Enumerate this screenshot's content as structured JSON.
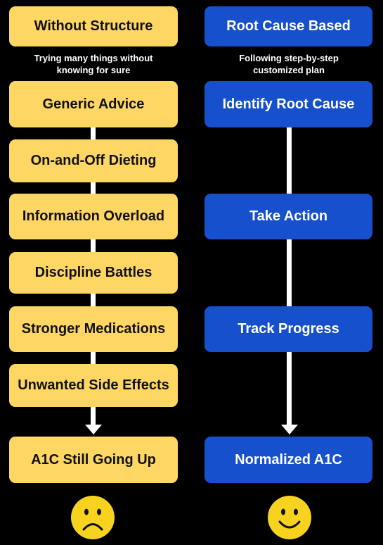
{
  "colors": {
    "yellow": "#FDD663",
    "blue": "#1750CC",
    "background": "#000000",
    "face": "#F7D21E"
  },
  "left": {
    "header": "Without Structure",
    "subtitle": [
      "Trying many things without",
      "knowing for sure"
    ],
    "steps": [
      "Generic Advice",
      "On-and-Off Dieting",
      "Information Overload",
      "Discipline Battles",
      "Stronger Medications",
      "Unwanted Side Effects"
    ],
    "outcome": "A1C Still Going Up",
    "face_icon": "sad-face-icon"
  },
  "right": {
    "header": "Root Cause Based",
    "subtitle": [
      "Following step-by-step",
      "customized plan"
    ],
    "steps": [
      "Identify Root Cause",
      "Take Action",
      "Track Progress"
    ],
    "outcome": "Normalized A1C",
    "face_icon": "happy-face-icon"
  }
}
